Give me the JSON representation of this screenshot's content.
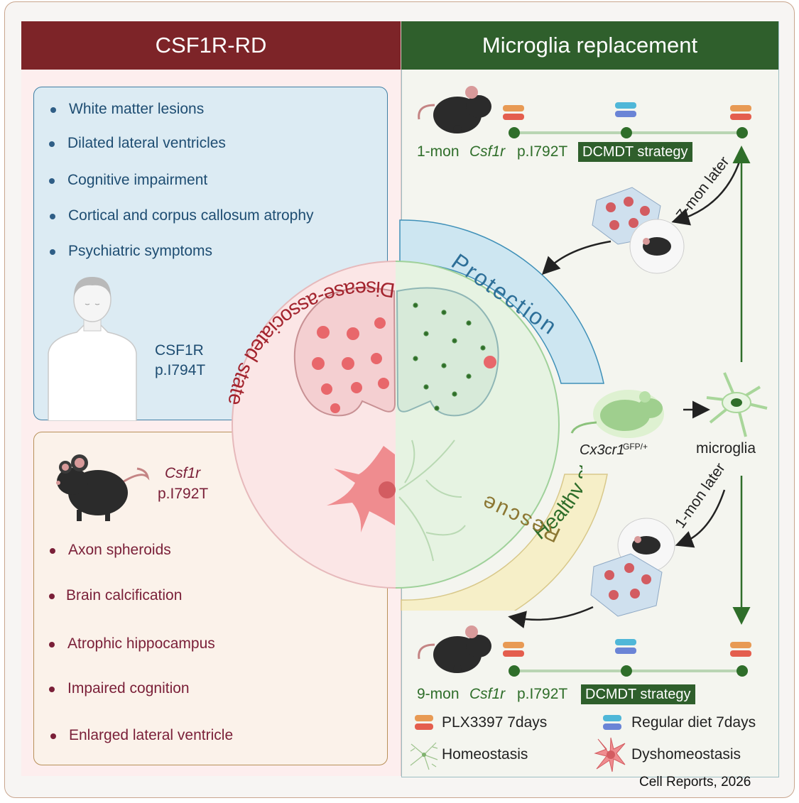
{
  "left_panel": {
    "title": "CSF1R-RD",
    "human_box": {
      "bullets": [
        "White matter lesions",
        "Dilated lateral ventricles",
        "Cognitive impairment",
        "Cortical and corpus callosum atrophy",
        "Psychiatric symptoms"
      ],
      "gene": "CSF1R",
      "variant": "p.I794T"
    },
    "mouse_box": {
      "gene": "Csf1r",
      "variant": "p.I792T",
      "bullets": [
        "Axon spheroids",
        "Brain calcification",
        "Atrophic hippocampus",
        "Impaired cognition",
        "Enlarged lateral ventricle"
      ]
    }
  },
  "right_panel": {
    "title": "Microglia replacement",
    "top_timeline": {
      "age": "1-mon",
      "gene": "Csf1r",
      "variant": "p.I792T",
      "strategy": "DCMDT strategy",
      "arrow_label": "7-mon later"
    },
    "bottom_timeline": {
      "age": "9-mon",
      "gene": "Csf1r",
      "variant": "p.I792T",
      "strategy": "DCMDT strategy",
      "arrow_label": "1-mon later"
    },
    "reporter_mouse": "Cx3cr1",
    "reporter_superscript": "GFP/+",
    "microglia_label": "microglia"
  },
  "center": {
    "left_arc": "Disease-associated state",
    "right_arc": "Healthy state",
    "protection": "Protection",
    "rescue": "Rescue"
  },
  "legend": {
    "plx": "PLX3397 7days",
    "diet": "Regular diet 7days",
    "homeostasis": "Homeostasis",
    "dyshomeostasis": "Dyshomeostasis"
  },
  "credit": "Cell Reports, 2026",
  "colors": {
    "left_header": "#7d2428",
    "right_header": "#2f5f2c",
    "blue_box": "#dcebf3",
    "tan_box": "#fbf2ea",
    "protection_band": "#cde6f1",
    "rescue_band": "#f6efc8"
  }
}
